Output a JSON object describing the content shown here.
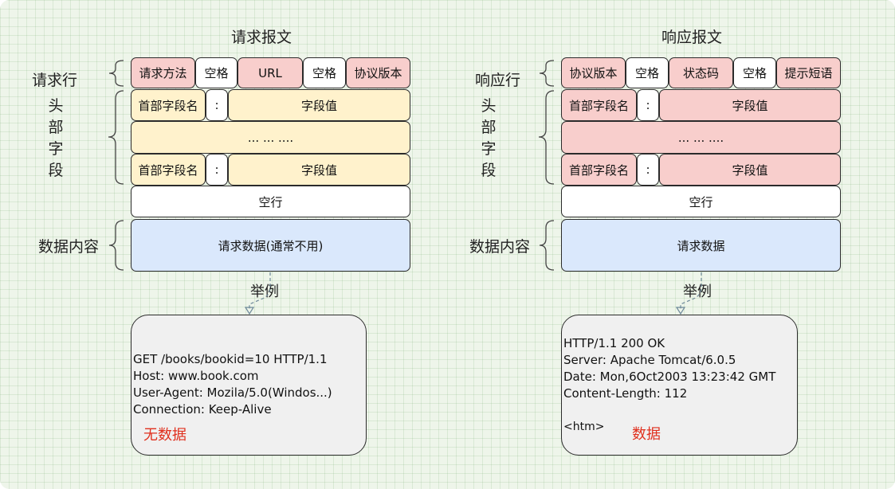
{
  "request": {
    "title": "请求报文",
    "row_label": "请求行",
    "header_label_chars": [
      "头",
      "部",
      "字",
      "段"
    ],
    "data_label": "数据内容",
    "line": [
      "请求方法",
      "空格",
      "URL",
      "空格",
      "协议版本"
    ],
    "header_name": "首部字段名",
    "colon": ":",
    "header_value": "字段值",
    "ellipsis": "... ... ....",
    "blank_line": "空行",
    "body": "请求数据(通常不用)",
    "example_label": "举例",
    "example_lines": [
      "GET /books/bookid=10 HTTP/1.1",
      "Host: www.book.com",
      "User-Agent: Mozila/5.0(Windos...)",
      "Connection: Keep-Alive"
    ],
    "example_note": "无数据"
  },
  "response": {
    "title": "响应报文",
    "row_label": "响应行",
    "header_label_chars": [
      "头",
      "部",
      "字",
      "段"
    ],
    "data_label": "数据内容",
    "line": [
      "协议版本",
      "空格",
      "状态码",
      "空格",
      "提示短语"
    ],
    "header_name": "首部字段名",
    "colon": ":",
    "header_value": "字段值",
    "ellipsis": "... ... ....",
    "blank_line": "空行",
    "body": "请求数据",
    "example_label": "举例",
    "example_lines": [
      "HTTP/1.1 200 OK",
      "Server: Apache Tomcat/6.0.5",
      "Date: Mon,6Oct2003 13:23:42 GMT",
      "Content-Length: 112"
    ],
    "example_tag": "<htm>",
    "example_note": "数据"
  },
  "colors": {
    "red": "#f8cecc",
    "yellow": "#fff2cc",
    "blue": "#dae8fc",
    "white": "#ffffff",
    "note": "#e0301e",
    "background": "#eef5ea"
  }
}
